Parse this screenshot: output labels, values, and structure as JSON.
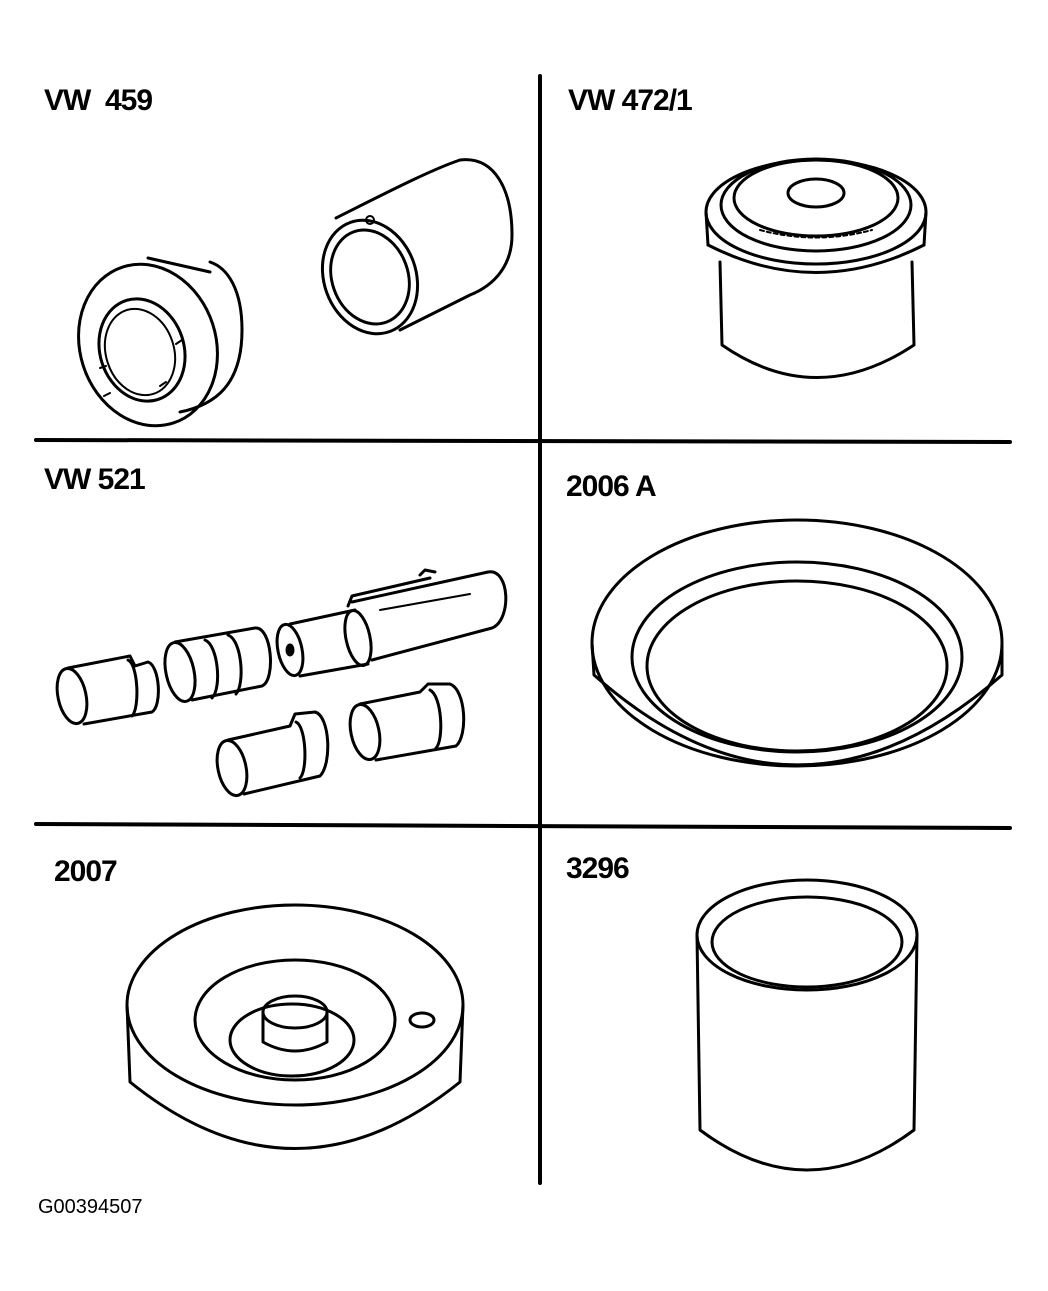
{
  "tools": [
    {
      "id": "vw459",
      "label": "VW  459"
    },
    {
      "id": "vw472",
      "label": "VW 472/1"
    },
    {
      "id": "vw521",
      "label": "VW 521"
    },
    {
      "id": "t2006a",
      "label": "2006 A"
    },
    {
      "id": "t2007",
      "label": "2007"
    },
    {
      "id": "t3296",
      "label": "3296"
    }
  ],
  "figure_id": "G00394507"
}
